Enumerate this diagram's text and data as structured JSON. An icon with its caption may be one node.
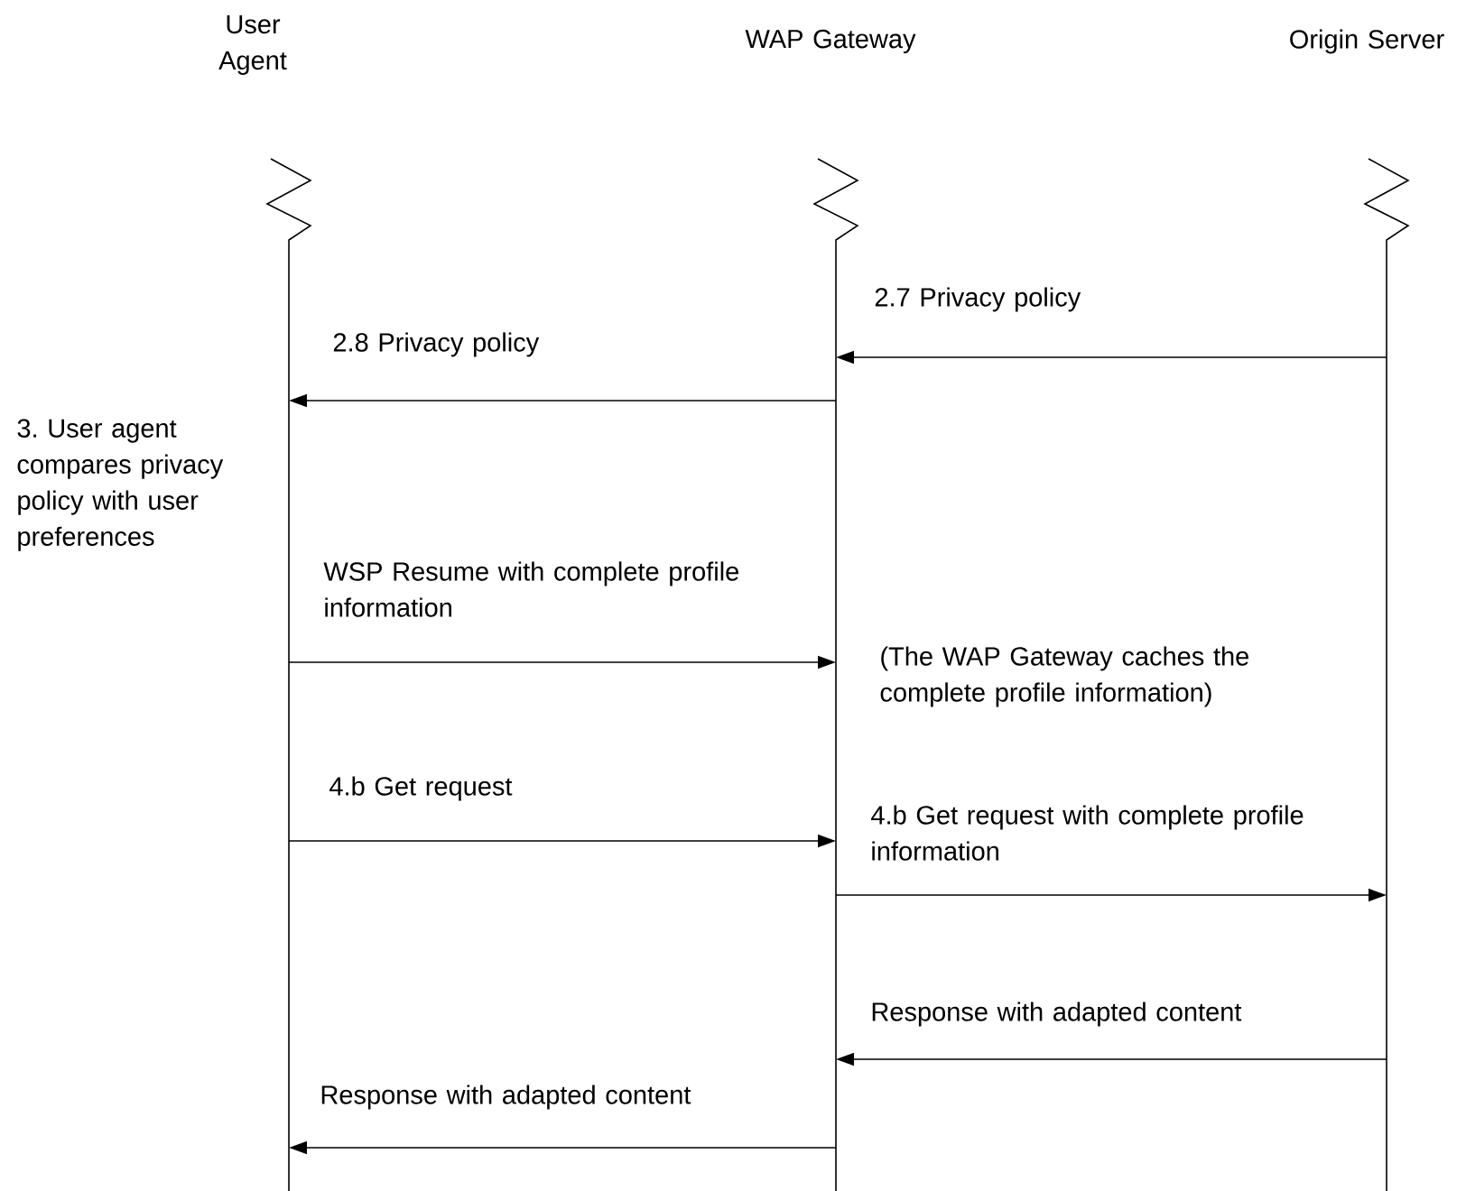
{
  "diagram": {
    "nodes": [
      {
        "text": [
          "User Agent"
        ]
      },
      {
        "text": [
          "WAP Gateway"
        ]
      },
      {
        "text": [
          "Origin Server"
        ]
      }
    ],
    "edges": [
      {
        "from": 2,
        "to": 1,
        "arrow": "to",
        "label": "2.7 Privacy policy"
      },
      {
        "from": 1,
        "to": 0,
        "arrow": "to",
        "label": "2.8 Privacy policy"
      },
      {
        "from": 0,
        "to": 1,
        "arrow": "to",
        "label": "WSP Resume with complete profile information"
      },
      {
        "from": 0,
        "to": 1,
        "arrow": "to",
        "label": "4.b Get request"
      },
      {
        "from": 1,
        "to": 2,
        "arrow": "to",
        "label": "4.b Get request with complete profile information"
      },
      {
        "from": 2,
        "to": 1,
        "arrow": "to",
        "label": "Response with adapted content"
      },
      {
        "from": 1,
        "to": 0,
        "arrow": "to",
        "label": "Response with adapted content"
      }
    ],
    "labels": [
      "3. User agent compares privacy policy with user preferences",
      "(The WAP Gateway caches the complete profile information)"
    ]
  }
}
